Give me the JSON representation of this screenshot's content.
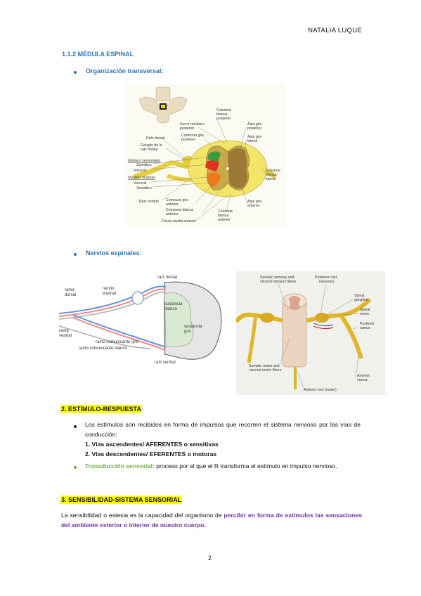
{
  "header": {
    "author": "NATALIA LUQUE"
  },
  "section1": {
    "heading": "1.1.2 MÉDULA ESPINAL",
    "bullet1": "Organización transversal:",
    "bullet2": "Nervios espinales:"
  },
  "figure1": {
    "labels": {
      "columna_posterior": "Columna blanca posterior",
      "surco": "Surco mediano posterior",
      "asta_posterior": "Asta gris posterior",
      "comisura_posterior": "Comisura gris posterior",
      "raiz_dorsal": "Raíz dorsal",
      "ganglio": "Ganglio de la raíz dorsal",
      "asta_lateral": "Asta gris lateral",
      "nucleos_sensoriales": "Núcleos sensoriales",
      "somatico1": "Somático",
      "visceral1": "Visceral",
      "nucleos_motores": "Núcleos motores",
      "visceral2": "Visceral",
      "somatico2": "Somático",
      "columna_lateral": "Columna blanca lateral",
      "raiz_ventral": "Raíz ventral",
      "comisura_anterior": "Comisura gris anterior",
      "comisura_blanca": "Comisura blanca anterior",
      "fisura": "Fisura media anterior",
      "columna_anterior": "Columna blanca anterior",
      "asta_anterior": "Asta gris anterior"
    }
  },
  "figure2": {
    "labels": {
      "raiz_dorsal": "raíz dorsal",
      "rama_dorsal": "rama dorsal",
      "nervio_espinal": "nervio espinal",
      "sustancia_blanca": "sustancia blanca",
      "sustancia_gris": "sustancia gris",
      "rama_ventral": "rama ventral",
      "ramo_gris": "ramo comunicante gris",
      "ramo_blanco": "ramo comunicante blanco",
      "raiz_ventral": "raíz ventral"
    }
  },
  "figure3": {
    "labels": {
      "somatic_sensory": "Somatic sensory and visceral sensory fibers",
      "posterior_root": "Posterior root (sensory)",
      "spinal_ganglion": "Spinal ganglion",
      "spinal_nerve": "Spinal nerve",
      "posterior_ramus": "Posterior ramus",
      "somatic_motor": "Somatic motor and visceral motor fibers",
      "anterior_ramus": "Anterior ramus",
      "anterior_root": "Anterior root (motor)"
    }
  },
  "section2": {
    "heading": "2. ESTÍMULO-RESPUESTA",
    "bullet1": "Los estímulos son recibidos en forma de impulsos que recorren el sistema nervioso por las vías de conducción:",
    "item1": "1. Vías ascendentes/ AFERENTES o sensitivas",
    "item2": "2. Vías descendentes/ EFERENTES o motoras",
    "bullet2_term": "Transducción sensorial:",
    "bullet2_text": " proceso por el que el R transforma el estímulo en impulso nervioso."
  },
  "section3": {
    "heading": "3. SENSIBILIDAD-SISTEMA SENSORIAL",
    "para_start": "La sensibilidad o estesia es la capacidad del organismo de ",
    "para_highlight": "percibir en forma de estímulos las sensaciones del ambiente exterior o interior de nuestro cuerpo."
  },
  "footer": {
    "page_number": "2"
  },
  "colors": {
    "heading_blue": "#2e74b5",
    "highlight": "#ffff00",
    "purple": "#7030a0",
    "green": "#70ad47"
  }
}
